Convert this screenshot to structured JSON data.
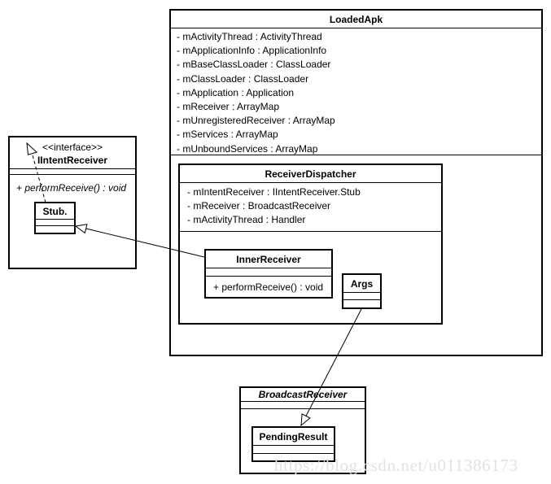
{
  "diagram": {
    "watermark": "https://blog.csdn.net/u011386173",
    "colors": {
      "line": "#000000",
      "background": "#ffffff",
      "watermark_text": "#e2e2df"
    },
    "classes": {
      "loaded_apk": {
        "title": "LoadedApk",
        "attributes": [
          "- mActivityThread : ActivityThread",
          "- mApplicationInfo : ApplicationInfo",
          "- mBaseClassLoader : ClassLoader",
          "- mClassLoader : ClassLoader",
          "- mApplication : Application",
          "- mReceiver : ArrayMap",
          "- mUnregisteredReceiver : ArrayMap",
          "- mServices : ArrayMap",
          "- mUnboundServices : ArrayMap"
        ]
      },
      "receiver_dispatcher": {
        "title": "ReceiverDispatcher",
        "attributes": [
          "- mIntentReceiver : IIntentReceiver.Stub",
          "- mReceiver : BroadcastReceiver",
          "- mActivityThread : Handler"
        ]
      },
      "inner_receiver": {
        "title": "InnerReceiver",
        "operations": [
          "+ performReceive() : void"
        ]
      },
      "args": {
        "title": "Args"
      },
      "iintent_receiver": {
        "stereotype": "<<interface>>",
        "title": "IIntentReceiver",
        "operations": [
          "+ performReceive() : void"
        ]
      },
      "stub": {
        "title": "Stub."
      },
      "broadcast_receiver": {
        "title": "BroadcastReceiver"
      },
      "pending_result": {
        "title": "PendingResult"
      }
    },
    "relationships": [
      {
        "from": "Stub.",
        "to": "IIntentReceiver",
        "type": "realization",
        "line": "dashed",
        "head": "hollow-triangle"
      },
      {
        "from": "InnerReceiver",
        "to": "Stub.",
        "type": "generalization",
        "line": "solid",
        "head": "hollow-triangle"
      },
      {
        "from": "Args",
        "to": "PendingResult",
        "type": "generalization",
        "line": "solid",
        "head": "hollow-triangle"
      }
    ]
  }
}
